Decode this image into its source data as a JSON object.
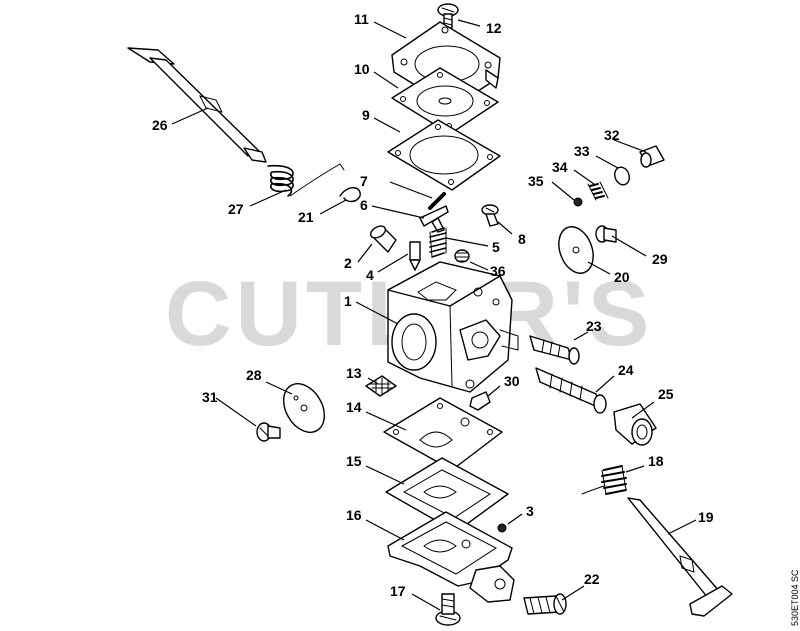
{
  "watermark": "CUTLER'S",
  "drawing_code": "530ET004 SC",
  "callouts": [
    {
      "id": "c1",
      "text": "1"
    },
    {
      "id": "c2",
      "text": "2"
    },
    {
      "id": "c3",
      "text": "3"
    },
    {
      "id": "c4",
      "text": "4"
    },
    {
      "id": "c5",
      "text": "5"
    },
    {
      "id": "c6",
      "text": "6"
    },
    {
      "id": "c7",
      "text": "7"
    },
    {
      "id": "c8",
      "text": "8"
    },
    {
      "id": "c9",
      "text": "9"
    },
    {
      "id": "c10",
      "text": "10"
    },
    {
      "id": "c11",
      "text": "11"
    },
    {
      "id": "c12",
      "text": "12"
    },
    {
      "id": "c13",
      "text": "13"
    },
    {
      "id": "c14",
      "text": "14"
    },
    {
      "id": "c15",
      "text": "15"
    },
    {
      "id": "c16",
      "text": "16"
    },
    {
      "id": "c17",
      "text": "17"
    },
    {
      "id": "c18",
      "text": "18"
    },
    {
      "id": "c19",
      "text": "19"
    },
    {
      "id": "c20",
      "text": "20"
    },
    {
      "id": "c21",
      "text": "21"
    },
    {
      "id": "c22",
      "text": "22"
    },
    {
      "id": "c23",
      "text": "23"
    },
    {
      "id": "c24",
      "text": "24"
    },
    {
      "id": "c25",
      "text": "25"
    },
    {
      "id": "c26",
      "text": "26"
    },
    {
      "id": "c27",
      "text": "27"
    },
    {
      "id": "c28",
      "text": "28"
    },
    {
      "id": "c29",
      "text": "29"
    },
    {
      "id": "c30",
      "text": "30"
    },
    {
      "id": "c31",
      "text": "31"
    },
    {
      "id": "c32",
      "text": "32"
    },
    {
      "id": "c33",
      "text": "33"
    },
    {
      "id": "c34",
      "text": "34"
    },
    {
      "id": "c35",
      "text": "35"
    },
    {
      "id": "c36",
      "text": "36"
    }
  ]
}
